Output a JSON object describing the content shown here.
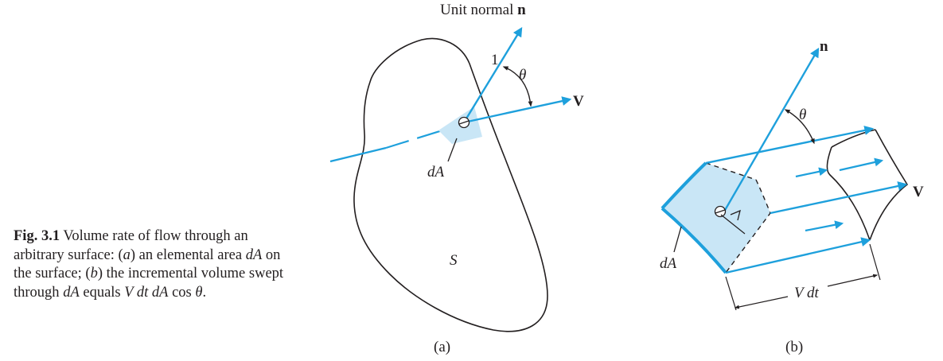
{
  "caption": {
    "fig_label": "Fig. 3.1",
    "text_1": " Volume rate of flow through an arbitrary surface: (",
    "part_a": "a",
    "text_2": ") an elemental area ",
    "dA": "dA",
    "text_3": " on the surface; (",
    "part_b": "b",
    "text_4": ") the incremental volume swept through ",
    "dA_2": "dA",
    "text_5": " equals ",
    "expr": "V dt dA",
    "text_6": " cos ",
    "theta": "θ",
    "text_7": "."
  },
  "diagram_a": {
    "unit_normal_text": "Unit normal ",
    "n_symbol": "n",
    "one_label": "1",
    "theta_label": "θ",
    "v_label": "V",
    "da_label": "dA",
    "s_label": "S",
    "sublabel": "(a)"
  },
  "diagram_b": {
    "n_label": "n",
    "theta_label": "θ",
    "v_label": "V",
    "da_label": "dA",
    "vdt_label": "V dt",
    "sublabel": "(b)"
  },
  "colors": {
    "arrow_blue": "#1ea0dc",
    "patch_fill": "#c9e6f6",
    "line_black": "#231f20"
  }
}
